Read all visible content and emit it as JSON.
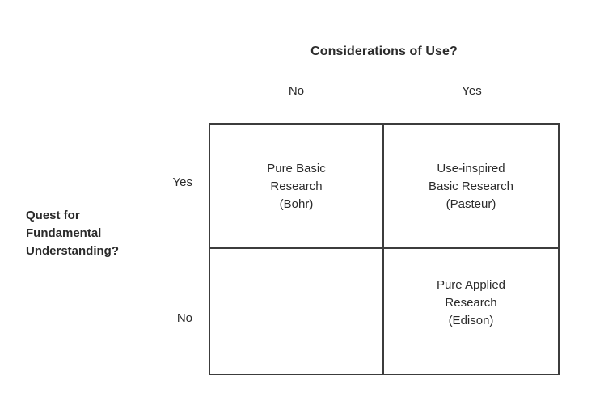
{
  "figure": {
    "type": "quadrant-matrix",
    "background_color": "#ffffff",
    "line_color": "#3c3c3c",
    "text_color": "#2b2b2b"
  },
  "column_axis": {
    "title": "Considerations of Use?",
    "labels": [
      "No",
      "Yes"
    ]
  },
  "row_axis": {
    "title_lines": [
      "Quest for",
      "Fundamental",
      "Understanding?"
    ],
    "labels": [
      "Yes",
      "No"
    ]
  },
  "cells": [
    {
      "id": "top-left",
      "row": "Yes",
      "column": "No",
      "lines": [
        "Pure Basic",
        "Research",
        "(Bohr)"
      ],
      "empty": false
    },
    {
      "id": "top-right",
      "row": "Yes",
      "column": "Yes",
      "lines": [
        "Use-inspired",
        "Basic Research",
        "(Pasteur)"
      ],
      "empty": false
    },
    {
      "id": "bottom-left",
      "row": "No",
      "column": "No",
      "lines": [],
      "empty": true
    },
    {
      "id": "bottom-right",
      "row": "No",
      "column": "Yes",
      "lines": [
        "Pure Applied",
        "Research",
        "(Edison)"
      ],
      "empty": false
    }
  ]
}
